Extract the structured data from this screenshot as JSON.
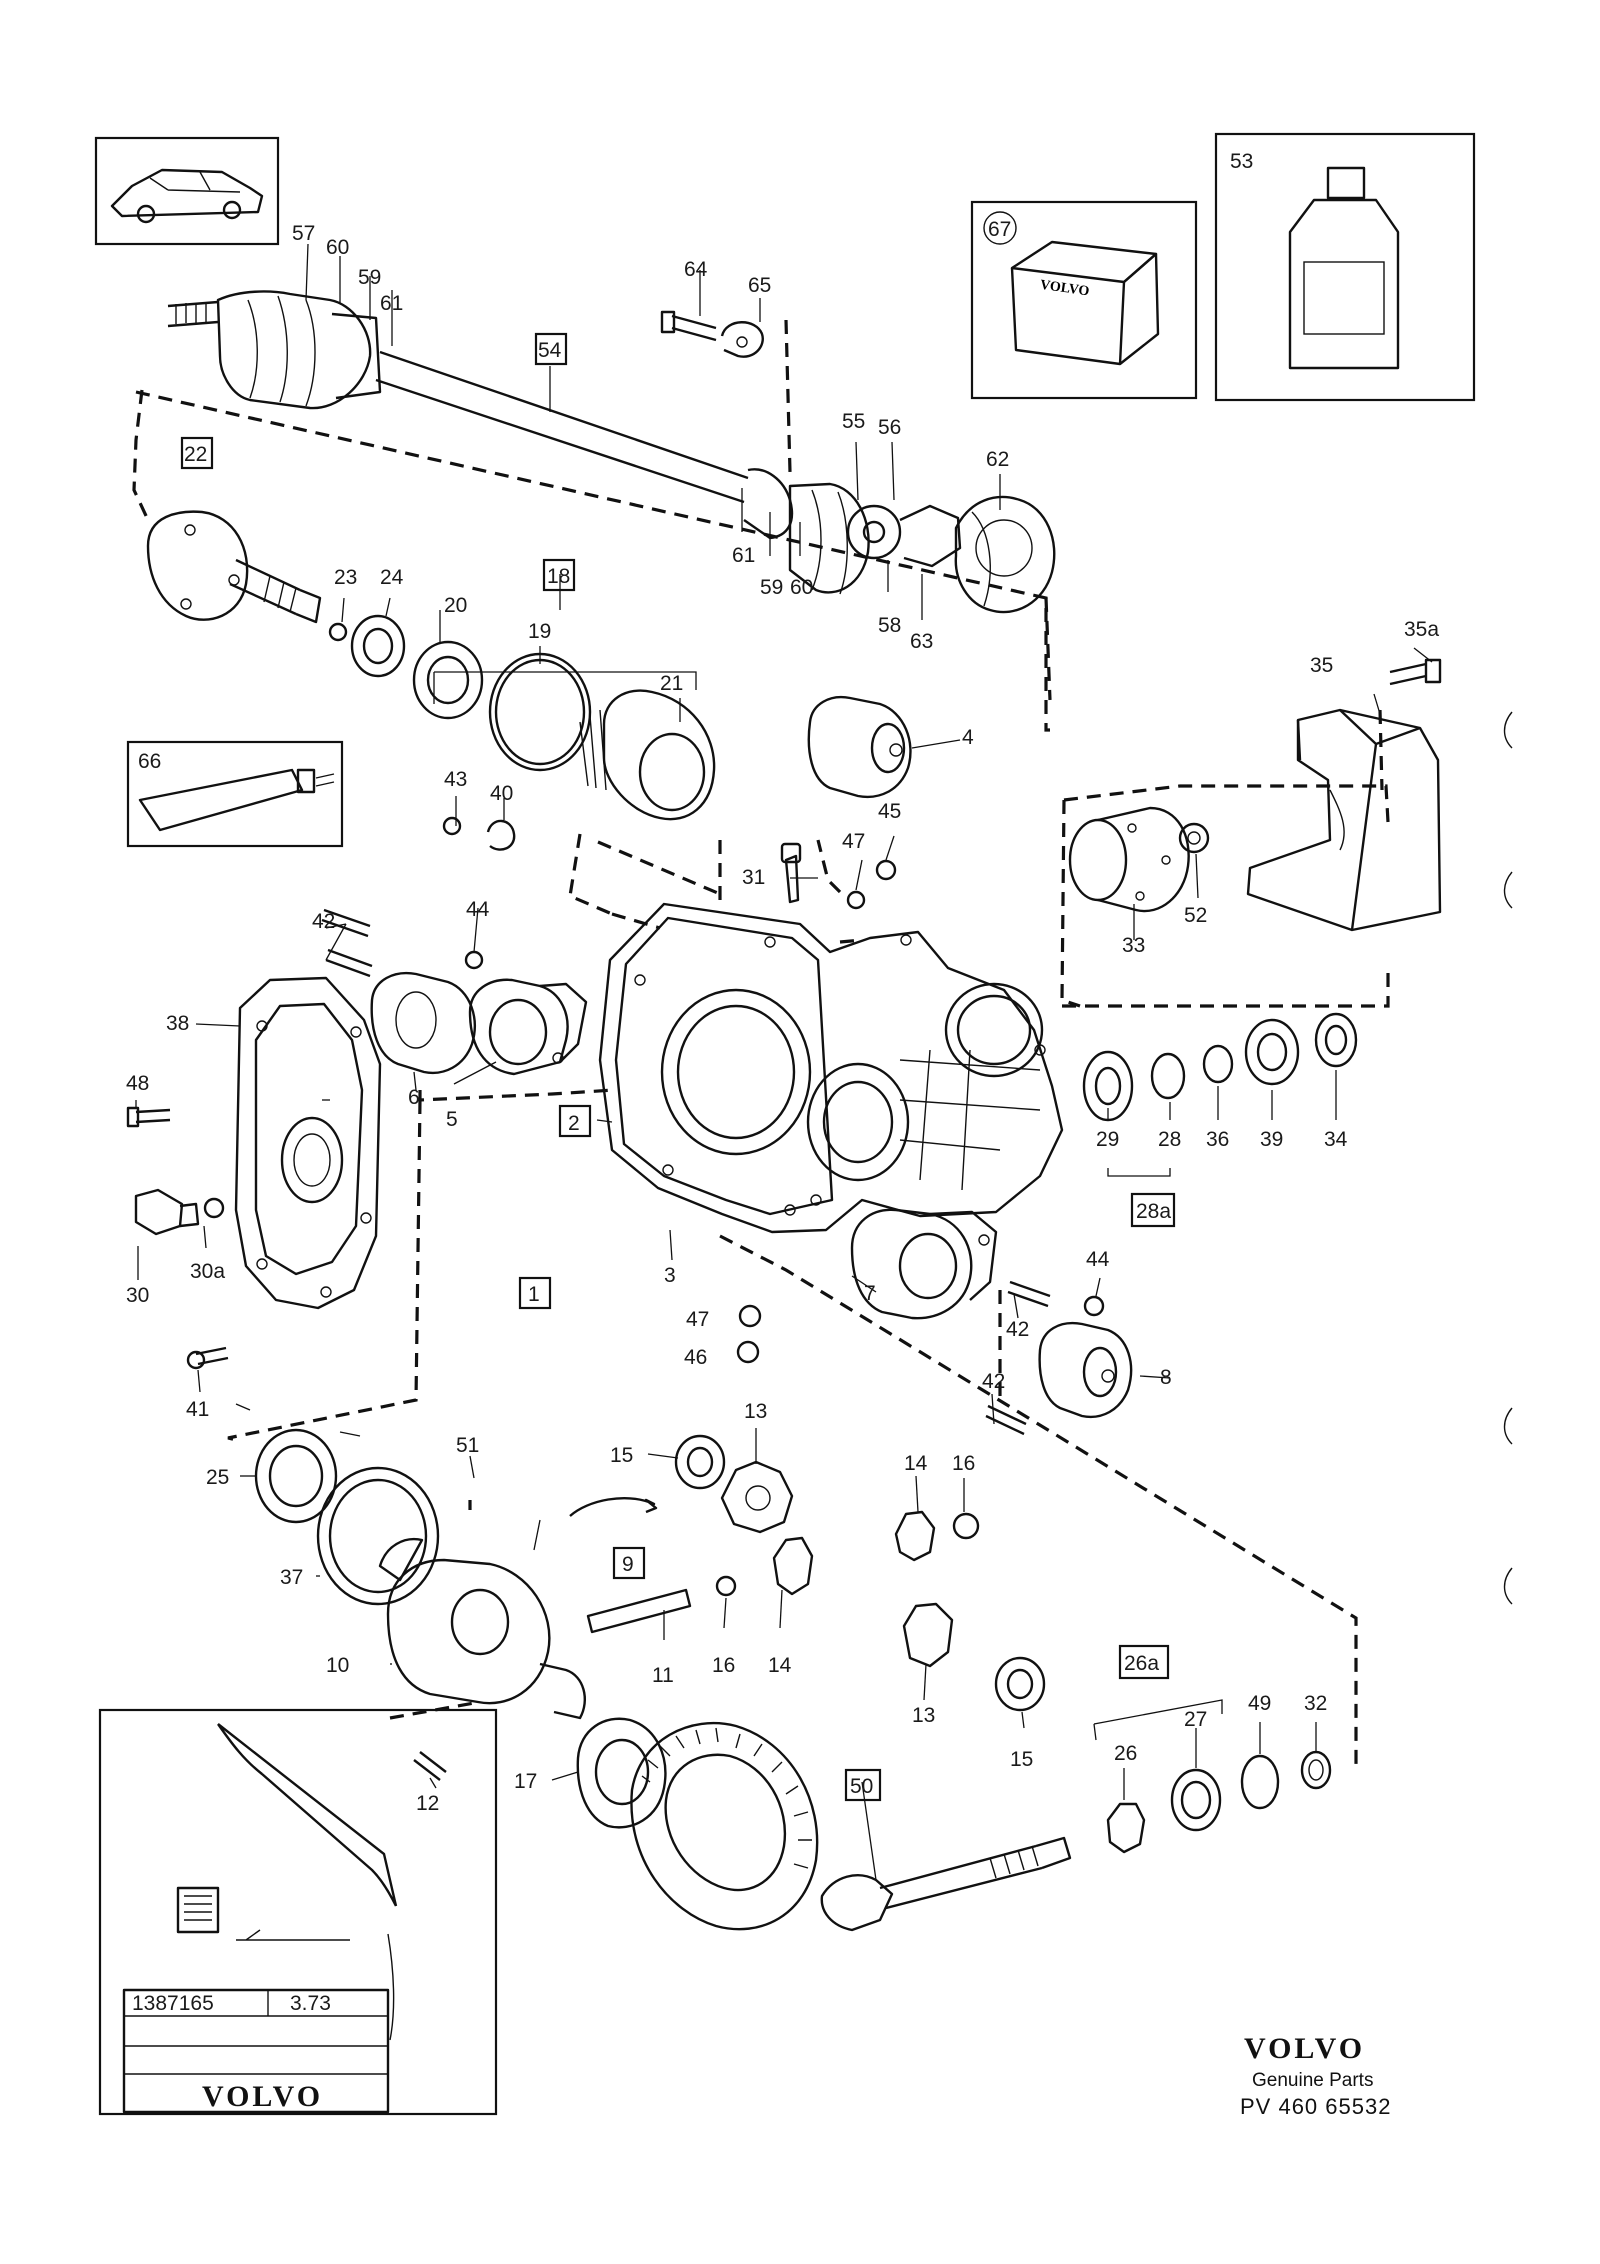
{
  "brand": {
    "name": "VOLVO",
    "subtitle": "Genuine Parts",
    "code": "PV 460 65532"
  },
  "plate": {
    "number": "1387165",
    "ratio": "3.73",
    "brand": "VOLVO"
  },
  "package_label": "VOLVO",
  "callouts": [
    {
      "id": "57",
      "text": "57"
    },
    {
      "id": "60a",
      "text": "60"
    },
    {
      "id": "59a",
      "text": "59"
    },
    {
      "id": "61a",
      "text": "61"
    },
    {
      "id": "54",
      "text": "54"
    },
    {
      "id": "64",
      "text": "64"
    },
    {
      "id": "65",
      "text": "65"
    },
    {
      "id": "67",
      "text": "67"
    },
    {
      "id": "53",
      "text": "53"
    },
    {
      "id": "55",
      "text": "55"
    },
    {
      "id": "56",
      "text": "56"
    },
    {
      "id": "62",
      "text": "62"
    },
    {
      "id": "61b",
      "text": "61"
    },
    {
      "id": "59b",
      "text": "59"
    },
    {
      "id": "60b",
      "text": "60"
    },
    {
      "id": "58",
      "text": "58"
    },
    {
      "id": "63",
      "text": "63"
    },
    {
      "id": "22",
      "text": "22"
    },
    {
      "id": "23",
      "text": "23"
    },
    {
      "id": "24",
      "text": "24"
    },
    {
      "id": "18",
      "text": "18"
    },
    {
      "id": "20",
      "text": "20"
    },
    {
      "id": "19",
      "text": "19"
    },
    {
      "id": "21",
      "text": "21"
    },
    {
      "id": "4",
      "text": "4"
    },
    {
      "id": "35a",
      "text": "35a"
    },
    {
      "id": "35",
      "text": "35"
    },
    {
      "id": "66",
      "text": "66"
    },
    {
      "id": "43",
      "text": "43"
    },
    {
      "id": "40",
      "text": "40"
    },
    {
      "id": "45",
      "text": "45"
    },
    {
      "id": "47a",
      "text": "47"
    },
    {
      "id": "31",
      "text": "31"
    },
    {
      "id": "33",
      "text": "33"
    },
    {
      "id": "52",
      "text": "52"
    },
    {
      "id": "42a",
      "text": "42"
    },
    {
      "id": "44a",
      "text": "44"
    },
    {
      "id": "38",
      "text": "38"
    },
    {
      "id": "6",
      "text": "6"
    },
    {
      "id": "5",
      "text": "5"
    },
    {
      "id": "48",
      "text": "48"
    },
    {
      "id": "2",
      "text": "2"
    },
    {
      "id": "29",
      "text": "29"
    },
    {
      "id": "28",
      "text": "28"
    },
    {
      "id": "36",
      "text": "36"
    },
    {
      "id": "39",
      "text": "39"
    },
    {
      "id": "34",
      "text": "34"
    },
    {
      "id": "28a",
      "text": "28a"
    },
    {
      "id": "30",
      "text": "30"
    },
    {
      "id": "30a",
      "text": "30a"
    },
    {
      "id": "3",
      "text": "3"
    },
    {
      "id": "1",
      "text": "1"
    },
    {
      "id": "7",
      "text": "7"
    },
    {
      "id": "42b",
      "text": "42"
    },
    {
      "id": "44b",
      "text": "44"
    },
    {
      "id": "47b",
      "text": "47"
    },
    {
      "id": "46",
      "text": "46"
    },
    {
      "id": "8",
      "text": "8"
    },
    {
      "id": "42c",
      "text": "42"
    },
    {
      "id": "41",
      "text": "41"
    },
    {
      "id": "25",
      "text": "25"
    },
    {
      "id": "51",
      "text": "51"
    },
    {
      "id": "15a",
      "text": "15"
    },
    {
      "id": "13a",
      "text": "13"
    },
    {
      "id": "14a",
      "text": "14"
    },
    {
      "id": "16a",
      "text": "16"
    },
    {
      "id": "37",
      "text": "37"
    },
    {
      "id": "9",
      "text": "9"
    },
    {
      "id": "10",
      "text": "10"
    },
    {
      "id": "11",
      "text": "11"
    },
    {
      "id": "16b",
      "text": "16"
    },
    {
      "id": "14b",
      "text": "14"
    },
    {
      "id": "13b",
      "text": "13"
    },
    {
      "id": "15b",
      "text": "15"
    },
    {
      "id": "26a",
      "text": "26a"
    },
    {
      "id": "26",
      "text": "26"
    },
    {
      "id": "27",
      "text": "27"
    },
    {
      "id": "49",
      "text": "49"
    },
    {
      "id": "32",
      "text": "32"
    },
    {
      "id": "12",
      "text": "12"
    },
    {
      "id": "17",
      "text": "17"
    },
    {
      "id": "50",
      "text": "50"
    }
  ],
  "colors": {
    "ink": "#111111",
    "paper": "#ffffff"
  }
}
